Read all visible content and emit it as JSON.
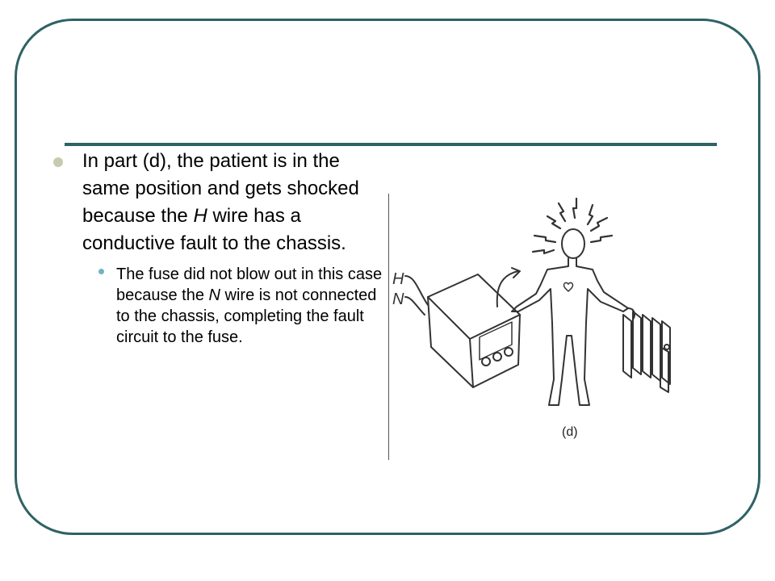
{
  "slide": {
    "bullets": [
      {
        "level": 1,
        "segments": [
          {
            "text": "In part (d), the patient is in the same position and gets shocked because the ",
            "italic": false
          },
          {
            "text": "H",
            "italic": true
          },
          {
            "text": " wire has a conductive fault to the chassis.",
            "italic": false
          }
        ]
      },
      {
        "level": 2,
        "segments": [
          {
            "text": "The fuse did not blow out in this case because the ",
            "italic": false
          },
          {
            "text": "N",
            "italic": true
          },
          {
            "text": " wire is not connected to the chassis, completing the fault circuit to the fuse.",
            "italic": false
          }
        ]
      }
    ]
  },
  "figure": {
    "wire_label_h": "H",
    "wire_label_n": "N",
    "caption": "(d)"
  },
  "colors": {
    "frame": "#2e6265",
    "bullet1": "#c7cbae",
    "bullet2": "#6fb3c4"
  }
}
